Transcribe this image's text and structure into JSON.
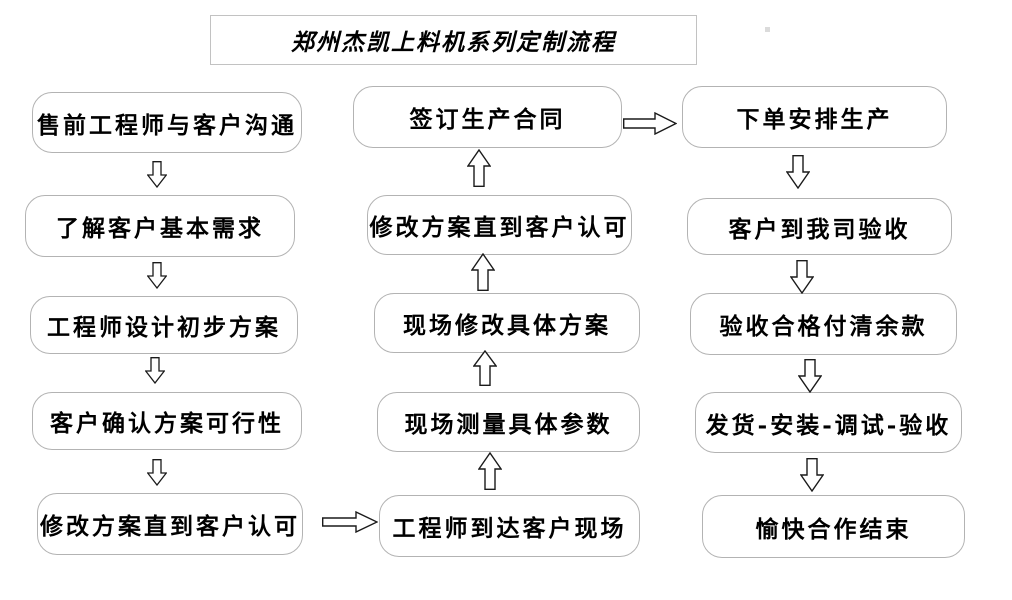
{
  "title": "郑州杰凯上料机系列定制流程",
  "flow": {
    "left": [
      {
        "label": "售前工程师与客户沟通"
      },
      {
        "label": "了解客户基本需求"
      },
      {
        "label": "工程师设计初步方案"
      },
      {
        "label": "客户确认方案可行性"
      },
      {
        "label": "修改方案直到客户认可"
      }
    ],
    "middle": [
      {
        "label": "签订生产合同"
      },
      {
        "label": "修改方案直到客户认可"
      },
      {
        "label": "现场修改具体方案"
      },
      {
        "label": "现场测量具体参数"
      },
      {
        "label": "工程师到达客户现场"
      }
    ],
    "right": [
      {
        "label": "下单安排生产"
      },
      {
        "label": "客户到我司验收"
      },
      {
        "label": "验收合格付清余款"
      },
      {
        "label": "发货-安装-调试-验收"
      },
      {
        "label": "愉快合作结束"
      }
    ]
  },
  "arrows": {
    "left_column_direction": "down",
    "middle_column_direction": "up",
    "right_column_direction": "down",
    "connector_bottom": "left-to-middle",
    "connector_top": "middle-to-right"
  },
  "colors": {
    "node_border": "#b3b3b3",
    "title_border": "#c2c2c2",
    "text": "#000000",
    "background": "#ffffff",
    "arrow_outline": "#1a1a1a",
    "arrow_fill": "#ffffff"
  }
}
